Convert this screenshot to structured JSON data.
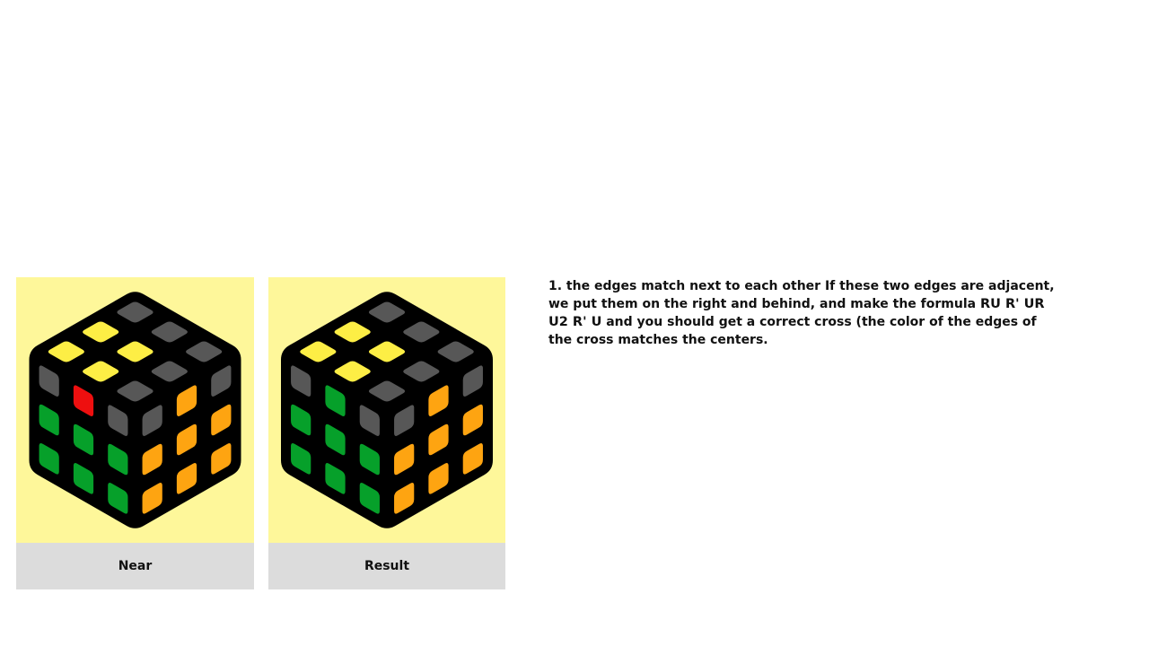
{
  "panels": [
    {
      "caption": "Near",
      "top": [
        "dark",
        "dark",
        "dark",
        "yellow",
        "yellow",
        "dark",
        "yellow",
        "yellow",
        "dark"
      ],
      "left": [
        "dark",
        "red",
        "dark",
        "green",
        "green",
        "green",
        "green",
        "green",
        "green"
      ],
      "right": [
        "dark",
        "orange",
        "dark",
        "orange",
        "orange",
        "orange",
        "orange",
        "orange",
        "orange"
      ]
    },
    {
      "caption": "Result",
      "top": [
        "dark",
        "dark",
        "dark",
        "yellow",
        "yellow",
        "dark",
        "yellow",
        "yellow",
        "dark"
      ],
      "left": [
        "dark",
        "green",
        "dark",
        "green",
        "green",
        "green",
        "green",
        "green",
        "green"
      ],
      "right": [
        "dark",
        "orange",
        "dark",
        "orange",
        "orange",
        "orange",
        "orange",
        "orange",
        "orange"
      ]
    }
  ],
  "sticker_colors": {
    "dark": "#575757",
    "yellow": "#fdee45",
    "red": "#ee0f0f",
    "green": "#06a02a",
    "orange": "#fea411",
    "body": "#000000",
    "panel": "#fef79a"
  },
  "instructions": {
    "intro": "1. the edges match next to each other If these two edges are adjacent, we put them on the right and behind, and make the formula",
    "formula": "RU R' UR U2 R' U",
    "outro": "and you should get a correct cross (the color of the edges of the cross matches the centers."
  }
}
